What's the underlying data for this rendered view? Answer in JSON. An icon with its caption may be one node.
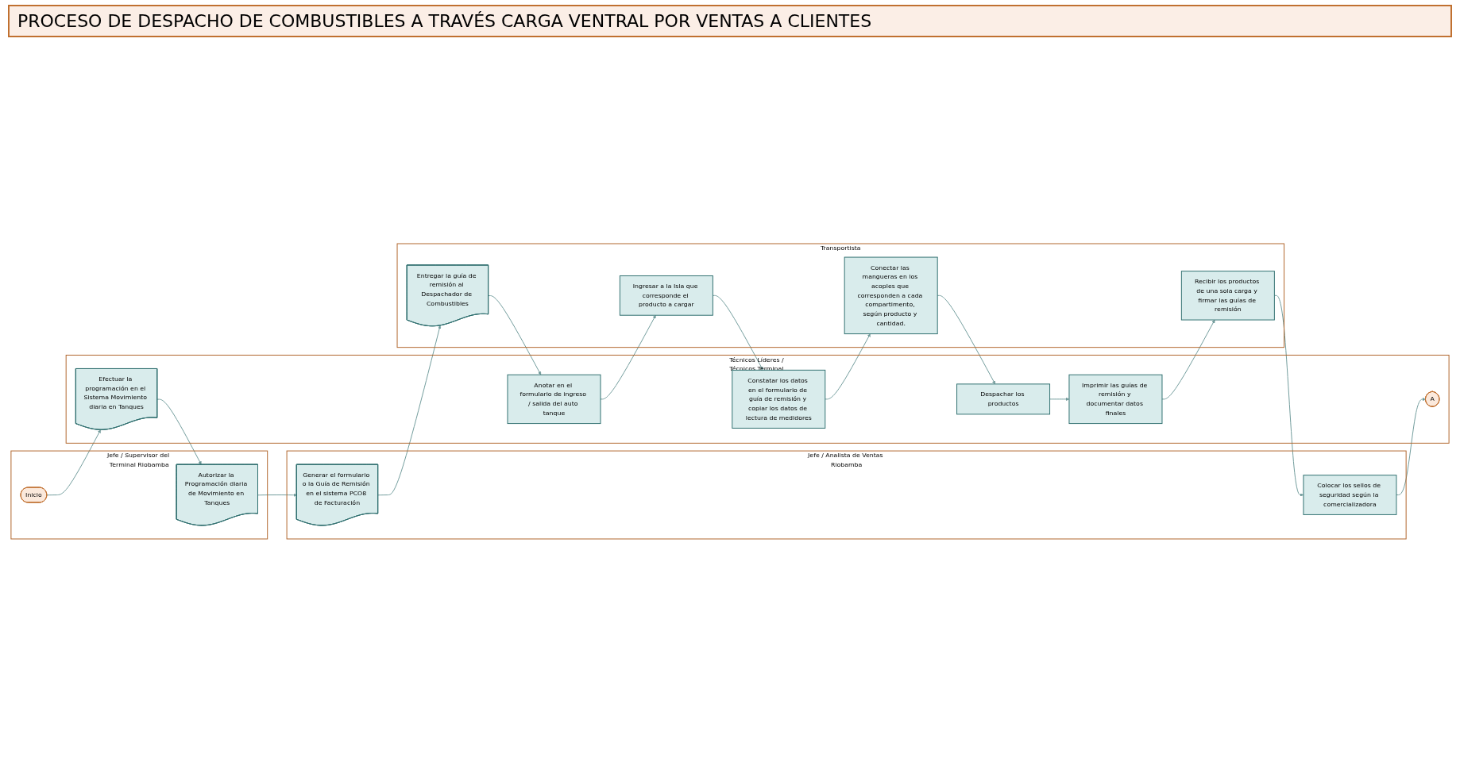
{
  "diagram": {
    "title": "PROCESO DE DESPACHO DE COMBUSTIBLES A TRAVÉS CARGA VENTRAL POR VENTAS A CLIENTES",
    "nodes": [
      {
        "text": [
          "Jefe / Supervisor del Terminal Riobamba"
        ]
      },
      {
        "text": [
          "Inicio"
        ],
        "in": 0
      },
      {
        "text": [
          "Autorizar la Programación diaria de Movimiento en Tanques"
        ],
        "in": 0
      },
      {
        "text": [
          "Técnicos Líderes / Técnicos Terminal Riobamba"
        ]
      },
      {
        "text": [
          "Efectuar la programación en el Sistema Movimiento diaria en Tanques"
        ],
        "in": 3
      },
      {
        "text": [
          "Anotar en el formulario de ingreso / salida del auto tanque"
        ],
        "in": 3
      },
      {
        "text": [
          "Constatar los datos en el formulario de guía de remisión y copiar los datos de lectura de medidores"
        ],
        "in": 3
      },
      {
        "text": [
          "Despachar los productos"
        ],
        "in": 3
      },
      {
        "text": [
          "Imprimir las guías de remisión y documentar datos finales"
        ],
        "in": 3
      },
      {
        "text": [
          "A"
        ],
        "in": 3
      },
      {
        "text": [
          "Jefe / Analista de Ventas Riobamba"
        ]
      },
      {
        "text": [
          "Generar el formulario o la Guía de Remisión en el sistema PCO8 de Facturación"
        ],
        "in": 10
      },
      {
        "text": [
          "Colocar los sellos de seguridad según la comercializadora"
        ],
        "in": 10
      },
      {
        "text": [
          "Transportista"
        ]
      },
      {
        "text": [
          "Entregar la guía de remisión al Despachador de Combustibles"
        ],
        "in": 13
      },
      {
        "text": [
          "Ingresar a la Isla que corresponde el producto a cargar"
        ],
        "in": 13
      },
      {
        "text": [
          "Conectar las mangueras en los acoples que corresponden a cada compartimento, según producto y cantidad."
        ],
        "in": 13
      },
      {
        "text": [
          "Recibir los productos de una sola carga y firmar las guías de remisión"
        ],
        "in": 13
      }
    ],
    "edges": [
      {
        "from": 1,
        "to": 4,
        "arrow": "to"
      },
      {
        "from": 4,
        "to": 2,
        "arrow": "to"
      },
      {
        "from": 2,
        "to": 11,
        "arrow": "to"
      },
      {
        "from": 11,
        "to": 14,
        "arrow": "to"
      },
      {
        "from": 14,
        "to": 5,
        "arrow": "to"
      },
      {
        "from": 5,
        "to": 15,
        "arrow": "to"
      },
      {
        "from": 15,
        "to": 6,
        "arrow": "to"
      },
      {
        "from": 6,
        "to": 16,
        "arrow": "to"
      },
      {
        "from": 16,
        "to": 7,
        "arrow": "to"
      },
      {
        "from": 7,
        "to": 8,
        "arrow": "to"
      },
      {
        "from": 8,
        "to": 17,
        "arrow": "to"
      },
      {
        "from": 17,
        "to": 12,
        "arrow": "to"
      },
      {
        "from": 12,
        "to": 9,
        "arrow": "to"
      }
    ]
  }
}
